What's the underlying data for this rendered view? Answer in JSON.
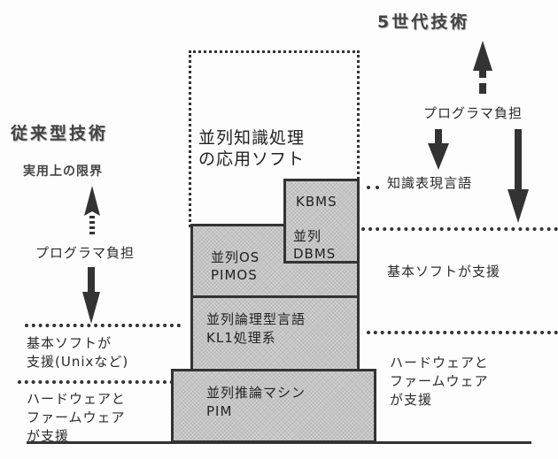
{
  "left": {
    "title": "従来型技術",
    "limit_label": "実用上の限界",
    "burden_label": "プログラマ負担",
    "support_basic": [
      "基本ソフトが",
      "支援(Unixなど)"
    ],
    "support_hw": [
      "ハードウェアと",
      "ファームウェア",
      "が支援"
    ]
  },
  "right": {
    "title": "5世代技術",
    "burden_label": "プログラマ負担",
    "knowledge_lang": "知識表現言語",
    "support_basic": "基本ソフトが支援",
    "support_hw": [
      "ハードウェアと",
      "ファームウェア",
      "が支援"
    ]
  },
  "stack": {
    "app_layer": [
      "並列知識処理",
      "の応用ソフト"
    ],
    "kbms": "KBMS",
    "dbms": [
      "並列",
      "DBMS"
    ],
    "os": [
      "並列OS",
      "PIMOS"
    ],
    "language": [
      "並列論理型言語",
      "KL1処理系"
    ],
    "machine": [
      "並列推論マシン",
      "PIM"
    ]
  }
}
